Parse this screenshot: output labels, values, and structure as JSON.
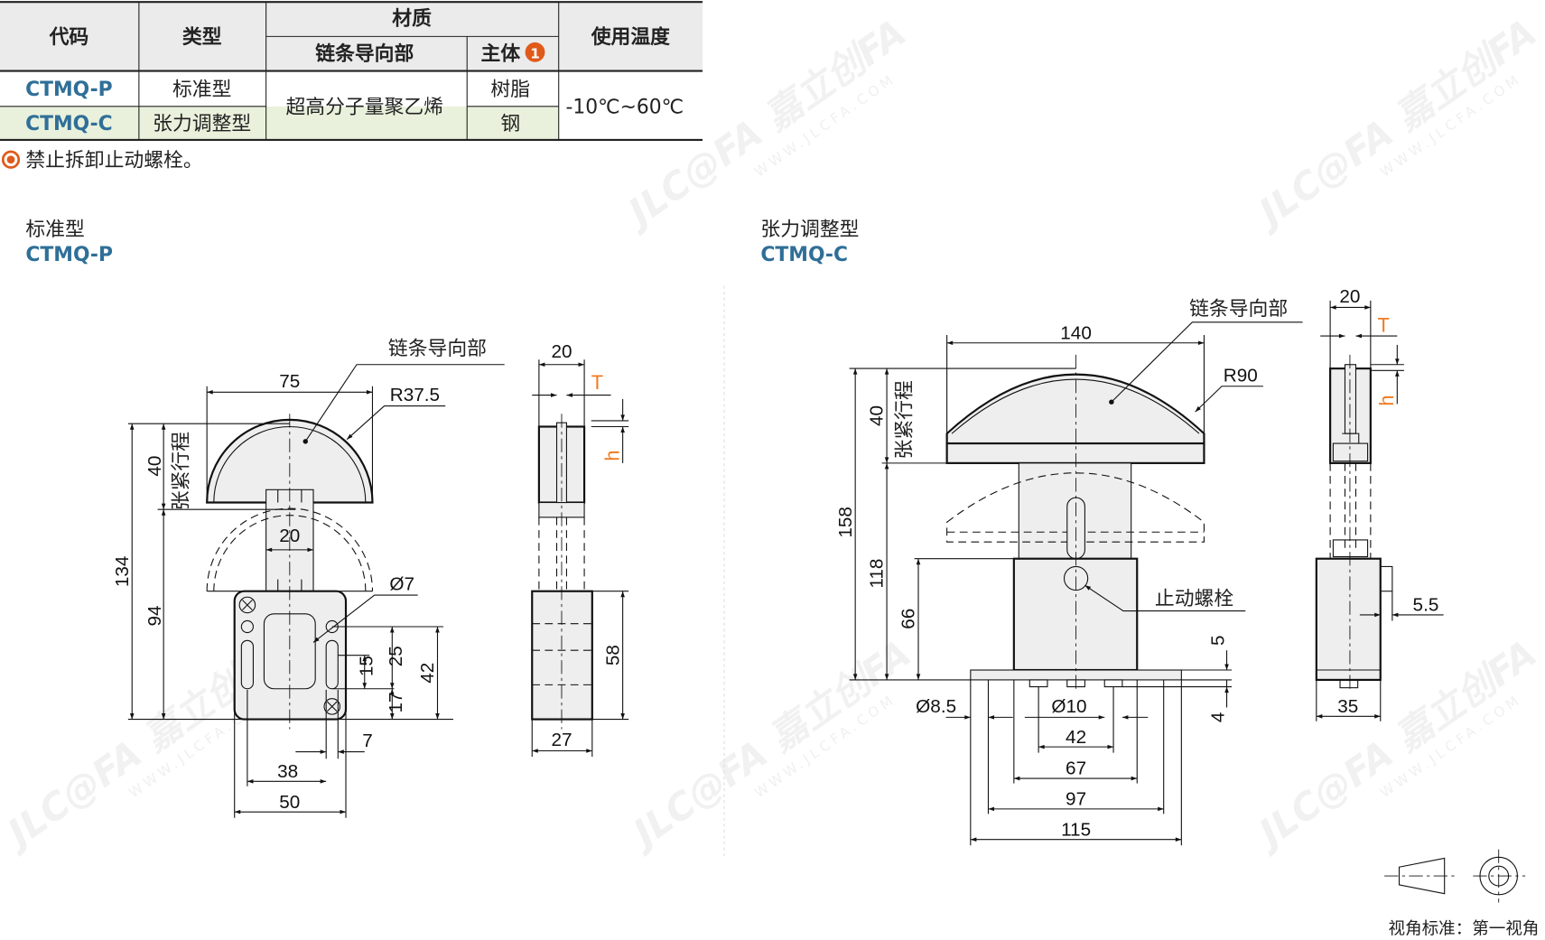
{
  "table": {
    "headers": {
      "code": "代码",
      "type": "类型",
      "material": "材质",
      "chain_guide": "链条导向部",
      "body": "主体",
      "body_note": "1",
      "temperature": "使用温度"
    },
    "rows": [
      {
        "code": "CTMQ-P",
        "type": "标准型",
        "body": "树脂"
      },
      {
        "code": "CTMQ-C",
        "type": "张力调整型",
        "body": "钢"
      }
    ],
    "chain_guide_material": "超高分子量聚乙烯",
    "temperature": "-10℃~60℃"
  },
  "note": "禁止拆卸止动螺栓。",
  "left": {
    "title": "标准型",
    "code": "CTMQ-P",
    "callout": "链条导向部",
    "radius": "R37.5",
    "hole": "Ø7",
    "travel": "张紧行程",
    "dims": {
      "w75": "75",
      "d40": "40",
      "d134": "134",
      "d94": "94",
      "d20": "20",
      "d15": "15",
      "d25": "25",
      "d42": "42",
      "d17": "17",
      "d7": "7",
      "d38": "38",
      "d50": "50",
      "s20": "20",
      "s58": "58",
      "s27": "27",
      "T": "T",
      "h": "h"
    }
  },
  "right": {
    "title": "张力调整型",
    "code": "CTMQ-C",
    "callout": "链条导向部",
    "radius": "R90",
    "bolt": "止动螺栓",
    "travel": "张紧行程",
    "dims": {
      "w140": "140",
      "d40": "40",
      "d158": "158",
      "d118": "118",
      "d66": "66",
      "d5": "5",
      "d4": "4",
      "hole85": "Ø8.5",
      "hole10": "Ø10",
      "d42": "42",
      "d67": "67",
      "d97": "97",
      "d115": "115",
      "s20": "20",
      "s55": "5.5",
      "s35": "35",
      "T": "T",
      "h": "h"
    }
  },
  "projection": "视角标准：第一视角",
  "watermark": {
    "brand": "JLC@FA 嘉立创FA",
    "url": "WWW.JLCFA.COM"
  },
  "colors": {
    "accent": "#2f6f98",
    "orange": "#f07a20",
    "header_bg": "#ebebeb",
    "row_green": "#e9f1dc"
  }
}
